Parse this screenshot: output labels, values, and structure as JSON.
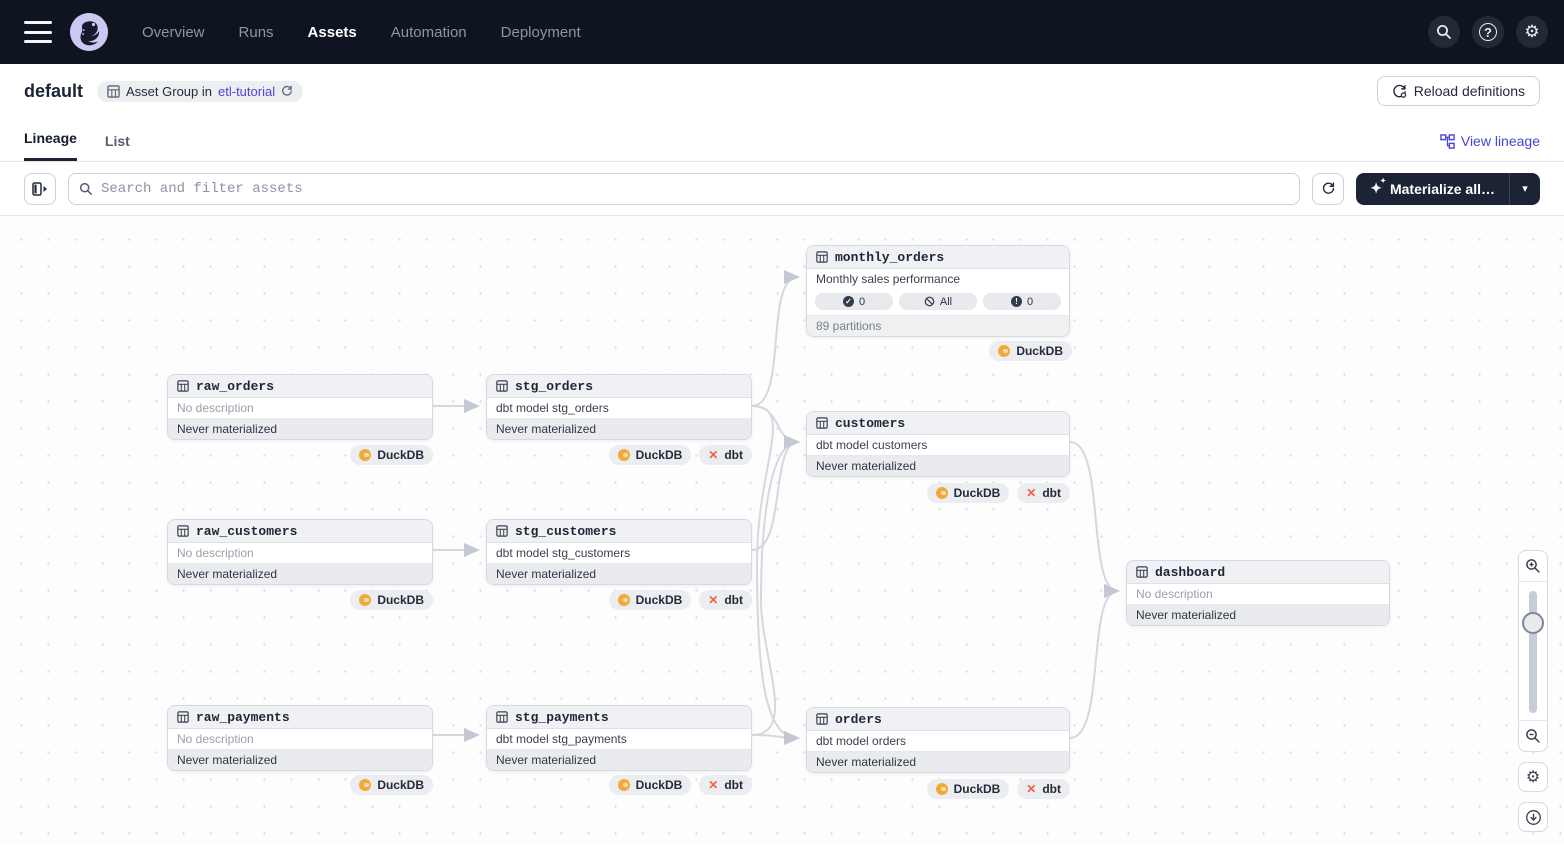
{
  "nav": {
    "items": [
      {
        "label": "Overview"
      },
      {
        "label": "Runs"
      },
      {
        "label": "Assets"
      },
      {
        "label": "Automation"
      },
      {
        "label": "Deployment"
      }
    ]
  },
  "header": {
    "title": "default",
    "badge_text": "Asset Group in",
    "badge_link": "etl-tutorial",
    "reload_label": "Reload definitions"
  },
  "tabs": {
    "lineage": "Lineage",
    "list": "List",
    "view_lineage": "View lineage"
  },
  "toolbar": {
    "search_placeholder": "Search and filter assets",
    "materialize_label": "Materialize all…"
  },
  "icons": {
    "help_glyph": "?",
    "sparkle_glyph": "✦",
    "caret_glyph": "▾",
    "gear_glyph": "⚙",
    "dbt_glyph": "✕"
  },
  "graph": {
    "nodes": [
      {
        "name": "monthly_orders",
        "description": "Monthly sales performance",
        "footer": "89 partitions",
        "pills": [
          {
            "label": "0"
          },
          {
            "label": "All"
          },
          {
            "label": "0"
          }
        ],
        "tags": [
          "DuckDB"
        ]
      },
      {
        "name": "raw_orders",
        "description": "No description",
        "footer": "Never materialized",
        "tags": [
          "DuckDB"
        ]
      },
      {
        "name": "stg_orders",
        "description": "dbt model stg_orders",
        "footer": "Never materialized",
        "tags": [
          "DuckDB",
          "dbt"
        ]
      },
      {
        "name": "customers",
        "description": "dbt model customers",
        "footer": "Never materialized",
        "tags": [
          "DuckDB",
          "dbt"
        ]
      },
      {
        "name": "raw_customers",
        "description": "No description",
        "footer": "Never materialized",
        "tags": [
          "DuckDB"
        ]
      },
      {
        "name": "stg_customers",
        "description": "dbt model stg_customers",
        "footer": "Never materialized",
        "tags": [
          "DuckDB",
          "dbt"
        ]
      },
      {
        "name": "dashboard",
        "description": "No description",
        "footer": "Never materialized",
        "tags": []
      },
      {
        "name": "raw_payments",
        "description": "No description",
        "footer": "Never materialized",
        "tags": [
          "DuckDB"
        ]
      },
      {
        "name": "stg_payments",
        "description": "dbt model stg_payments",
        "footer": "Never materialized",
        "tags": [
          "DuckDB",
          "dbt"
        ]
      },
      {
        "name": "orders",
        "description": "dbt model orders",
        "footer": "Never materialized",
        "tags": [
          "DuckDB",
          "dbt"
        ]
      }
    ],
    "edges": [
      "raw_orders→stg_orders",
      "raw_customers→stg_customers",
      "raw_payments→stg_payments",
      "stg_orders→monthly_orders",
      "stg_orders→customers",
      "stg_orders→orders",
      "stg_customers→customers",
      "stg_payments→customers",
      "stg_payments→orders",
      "customers→dashboard",
      "orders→dashboard"
    ]
  },
  "colors": {
    "nav_bg": "#0E1420",
    "accent_link": "#4E45D6",
    "duckdb": "#F2A93B",
    "dbt": "#F4603E",
    "brand": "#CBC8F2"
  }
}
